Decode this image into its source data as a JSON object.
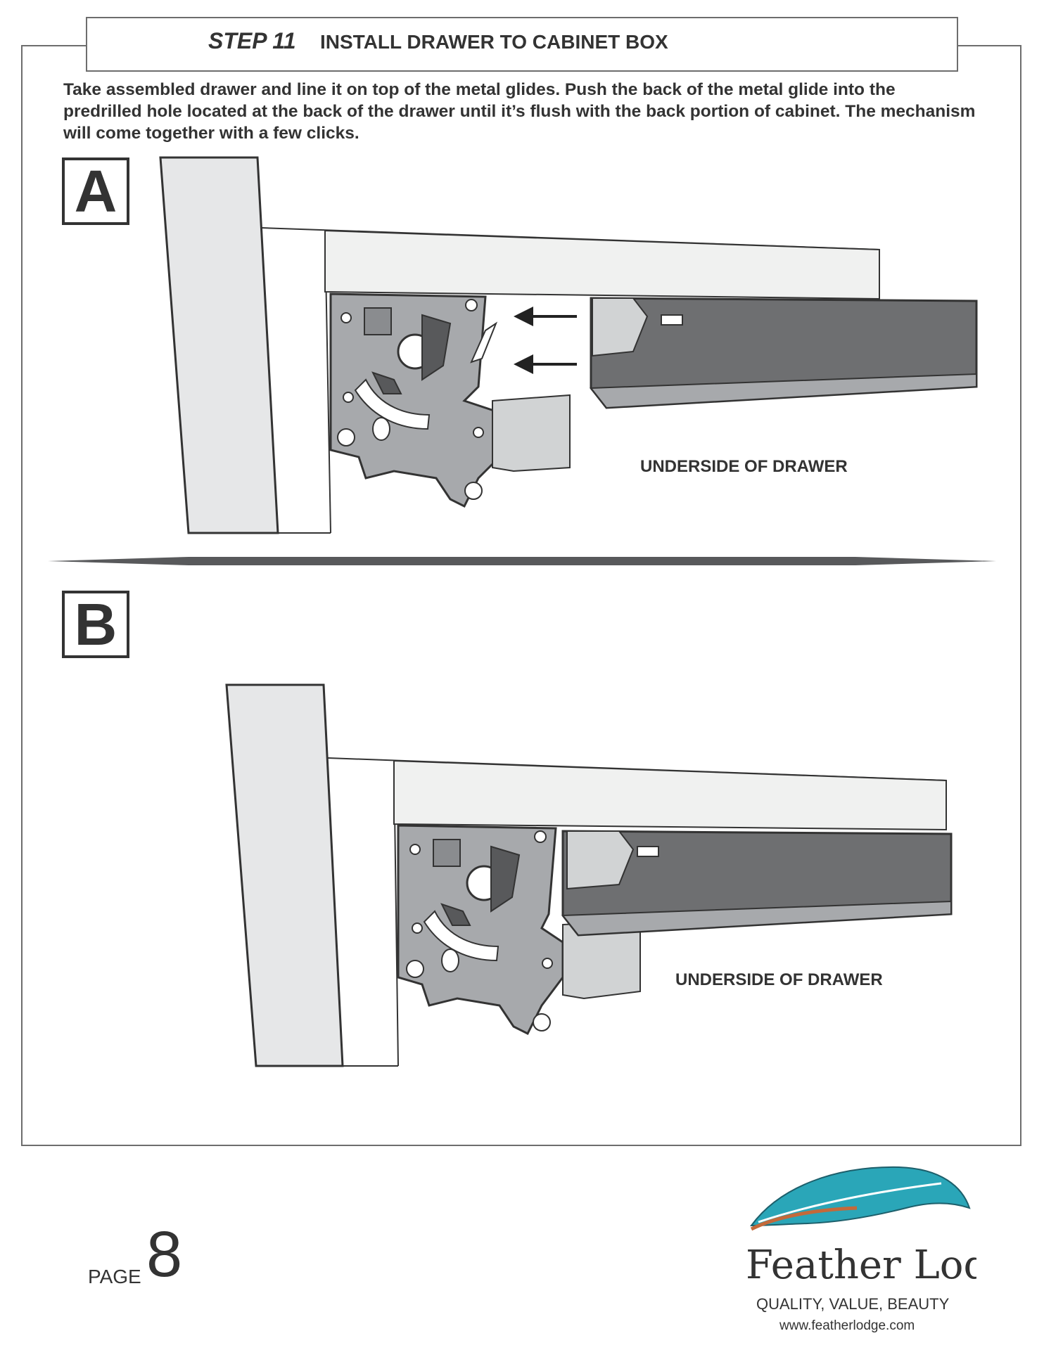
{
  "header": {
    "step_number": "STEP 11",
    "step_title": "INSTALL DRAWER TO CABINET BOX"
  },
  "instructions": "Take assembled drawer and line it on top of the metal glides. Push the back of the metal glide into the predrilled hole located at the back of the drawer until it’s flush with the back portion of cabinet. The mechanism will come together with a few clicks.",
  "panels": [
    {
      "label": "A",
      "callout": "UNDERSIDE OF DRAWER"
    },
    {
      "label": "B",
      "callout": "UNDERSIDE OF DRAWER"
    }
  ],
  "footer": {
    "page_label": "PAGE",
    "page_number": "8",
    "brand": "Feather Lodge",
    "tagline": "QUALITY, VALUE, BEAUTY",
    "website": "www.featherlodge.com"
  },
  "colors": {
    "frame": "#6d6d6d",
    "text": "#333333",
    "cabinet_panel": "#e6e7e8",
    "drawer_bottom": "#f0f1f0",
    "glide_rail": "#6e6f71",
    "mechanism": "#a7a9ac",
    "feather_teal": "#2aa6b8"
  }
}
